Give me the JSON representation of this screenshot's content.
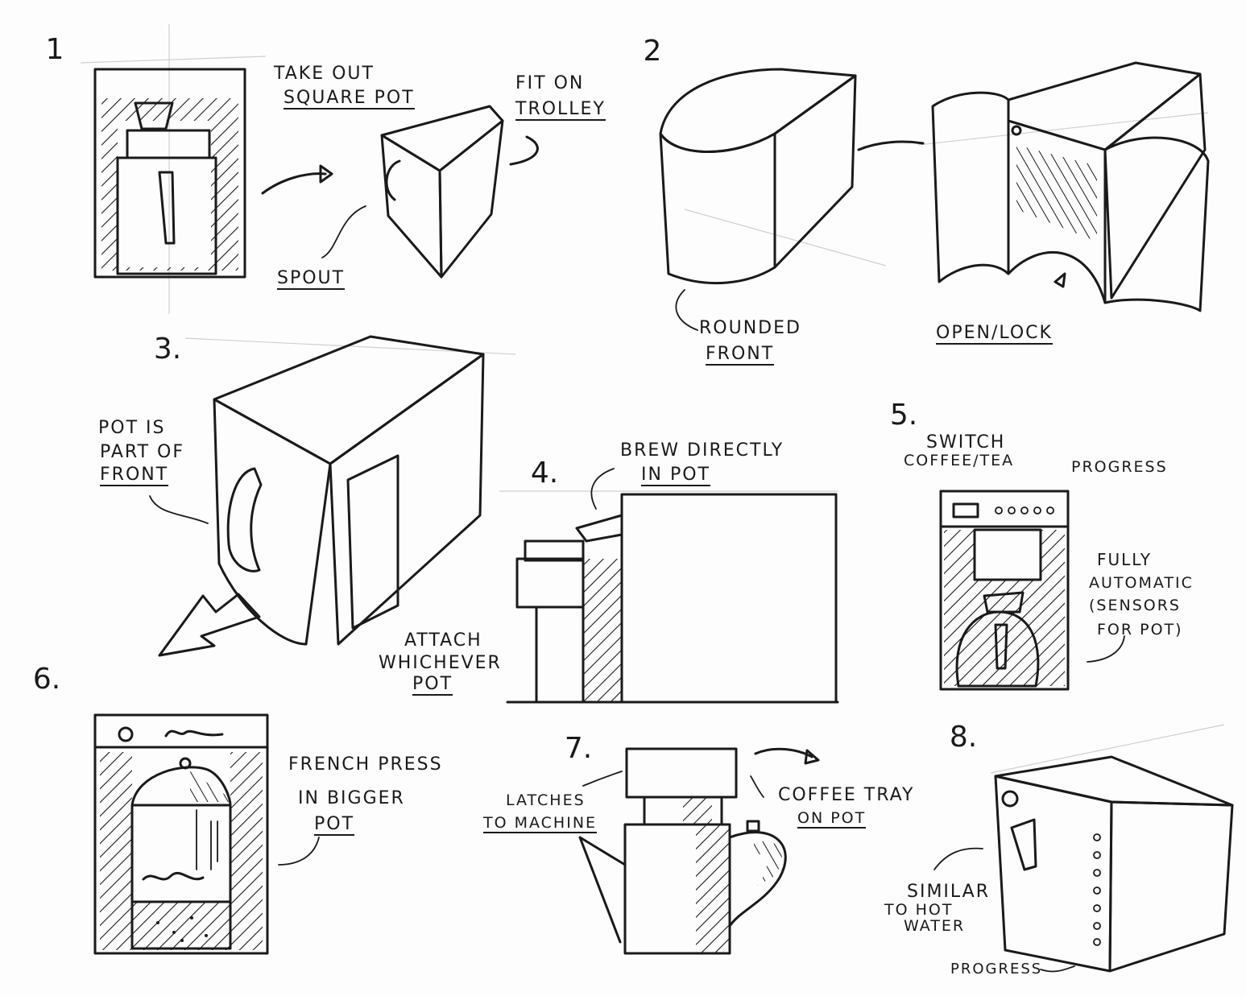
{
  "steps": [
    "1",
    "2",
    "3.",
    "4.",
    "5.",
    "6.",
    "7.",
    "8."
  ],
  "labels": {
    "take_out_1": "Take out",
    "take_out_2": "square pot",
    "fit_1": "Fit on",
    "fit_2": "trolley",
    "spout": "spout",
    "rounded_1": "Rounded",
    "rounded_2": "front",
    "open_lock": "open/lock",
    "pot_front_1": "Pot is",
    "pot_front_2": "part of",
    "pot_front_3": "front",
    "brew_1": "Brew directly",
    "brew_2": "in pot",
    "attach_1": "Attach",
    "attach_2": "whichever",
    "attach_3": "pot",
    "switch_1": "Switch",
    "switch_2": "coffee/tea",
    "progress_5": "Progress",
    "auto_1": "Fully",
    "auto_2": "automatic",
    "auto_3": "(sensors",
    "auto_4": "for pot)",
    "french_1": "French press",
    "french_2": "in bigger",
    "french_3": "pot",
    "latches_1": "Latches",
    "latches_2": "to machine",
    "tray_1": "Coffee tray",
    "tray_2": "on pot",
    "similar_1": "Similar",
    "similar_2": "to hot",
    "similar_3": "water",
    "progress_8": "progress"
  },
  "colors": {
    "ink": "#1a1a1a",
    "paper": "#fdfdfd",
    "guide": "#cfcfcf"
  }
}
